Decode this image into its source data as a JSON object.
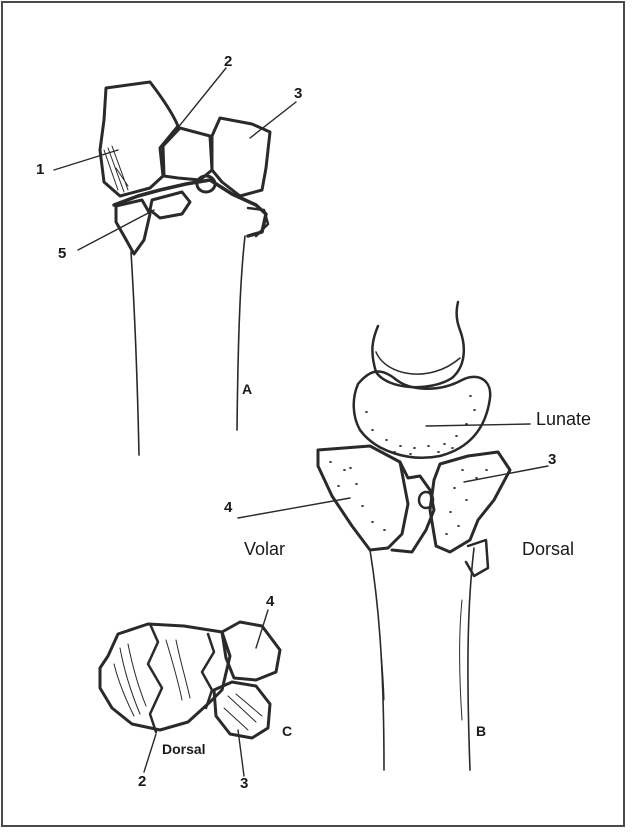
{
  "figure": {
    "panels": {
      "a": "A",
      "b": "B",
      "c": "C"
    },
    "labels": {
      "a_1": "1",
      "a_2": "2",
      "a_3": "3",
      "a_5": "5",
      "b_lunate": "Lunate",
      "b_4": "4",
      "b_3": "3",
      "b_volar": "Volar",
      "b_dorsal": "Dorsal",
      "c_4": "4",
      "c_dorsal": "Dorsal",
      "c_2": "2",
      "c_3": "3"
    }
  }
}
